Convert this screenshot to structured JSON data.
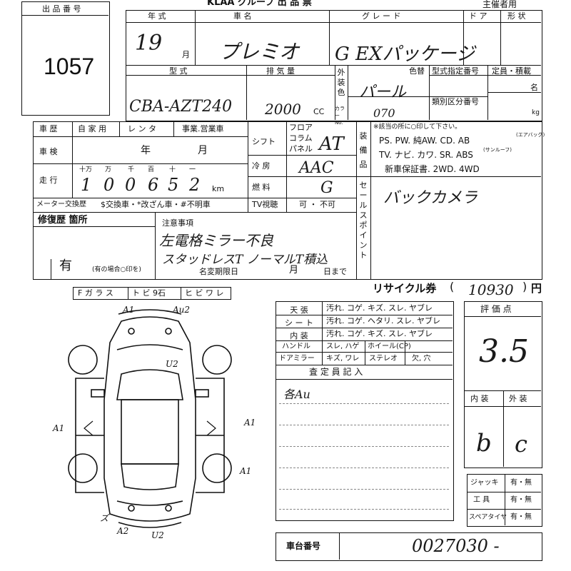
{
  "header": {
    "group": "KLAA グループ 出 品 票",
    "organizer": "主催者用"
  },
  "lot": {
    "label": "出 品 番 号",
    "number": "1057"
  },
  "vehicle": {
    "year_label": "年 式",
    "year_value": "19",
    "month_unit": "月",
    "name_label": "車 名",
    "name_value": "プレミオ",
    "grade_label": "グ レ ー ド",
    "grade_value": "G EXパッケージ",
    "door_label": "ド ア",
    "shape_label": "形 状",
    "model_label": "型 式",
    "model_value": "CBA-AZT240",
    "displacement_label": "排 気 量",
    "displacement_value": "2000",
    "cc_unit": "CC",
    "ext_color_label": "外装色",
    "color_change_label": "色替",
    "color_value": "パール",
    "color_no_label": "カラーNo.",
    "color_no_value": "070",
    "type_designation_label": "型式指定番号",
    "category_label": "類別区分番号",
    "capacity_label": "定員・積載",
    "person_unit": "名",
    "kg_unit": "kg"
  },
  "history": {
    "label": "車 歴",
    "private": "自 家 用",
    "rental": "レ ン タ",
    "business": "事業.営業車",
    "inspection_label": "車 検",
    "year_unit": "年",
    "month_unit": "月",
    "mileage_label": "走 行",
    "digit_labels": [
      "十万",
      "万",
      "千",
      "百",
      "十",
      "一"
    ],
    "mileage_digits": [
      "1",
      "0",
      "0",
      "6",
      "5",
      "2"
    ],
    "km_unit": "km",
    "meter_label": "メーター交換歴",
    "meter_options": "$交換車・*改ざん車・#不明車"
  },
  "specs": {
    "shift_label": "シフト",
    "floor": "フロア",
    "column": "コラム",
    "panel": "パネル",
    "shift_value": "AT",
    "ac_label": "冷 房",
    "ac_value": "AAC",
    "fuel_label": "燃 料",
    "fuel_value": "G",
    "tv_label": "TV視聴",
    "tv_options": "可 ・ 不可"
  },
  "equipment": {
    "label": "装備品",
    "row1": "PS. PW. 純AW. CD. AB",
    "row1_note": "(エアバッグ)",
    "row2": "TV. ナビ. カワ. SR. ABS",
    "row2_note": "(サンルーフ)",
    "row3": "新車保証書. 2WD. 4WD",
    "note": "※該当の所に○印して下さい。"
  },
  "sales_point": {
    "label": "セールスポイント",
    "value": "バックカメラ"
  },
  "repair": {
    "label": "修復歴 箇所",
    "value": "有",
    "note": "(有の場合○印を)",
    "notes_label": "注意事項",
    "notes_line1": "左電格ミラー不良",
    "notes_line2": "スタッドレスT ノーマルT積込",
    "name_change_label": "名変期限日",
    "month_unit": "月",
    "day_unit": "日まで"
  },
  "glass": {
    "f_glass": "F ガ ラ ス",
    "chip": "ト ビ 9石",
    "crack": "ヒ ビ ワ レ"
  },
  "diagram": {
    "marks": [
      "A1",
      "Au2",
      "U2",
      "A1",
      "A1",
      "A1",
      "A2",
      "U2",
      "ズ"
    ]
  },
  "recycle": {
    "label": "リサイクル券",
    "value": "10930",
    "unit": "円"
  },
  "condition": {
    "rows": [
      {
        "label": "天 張",
        "options": "汚れ. コゲ. キズ. スレ. ヤブレ"
      },
      {
        "label": "シ ー ト",
        "options": "汚れ. コゲ. ヘタリ. スレ. ヤブレ"
      },
      {
        "label": "内 装",
        "options": "汚れ. コゲ. キズ. スレ. ヤブレ"
      }
    ],
    "handle_label": "ハンドル",
    "handle_options": "スレ, ハゲ",
    "wheel_label": "ホイール(CP)",
    "door_mirror_label": "ドアミラー",
    "door_mirror_options": "キズ, ワレ",
    "stereo_label": "ステレオ",
    "stereo_options": "欠, 穴"
  },
  "inspector": {
    "label": "査 定 員 記 入",
    "note": "各Au"
  },
  "score": {
    "label": "評 価 点",
    "value": "3.5",
    "interior_label": "内 装",
    "exterior_label": "外 装",
    "interior_value": "b",
    "exterior_value": "c"
  },
  "tools": {
    "jack_label": "ジャッキ",
    "jack_options": "有・無",
    "tool_label": "工 具",
    "tool_options": "有・無",
    "spare_label": "スペアタイヤ",
    "spare_options": "有・無"
  },
  "chassis": {
    "label": "車台番号",
    "value": "0027030 -"
  }
}
